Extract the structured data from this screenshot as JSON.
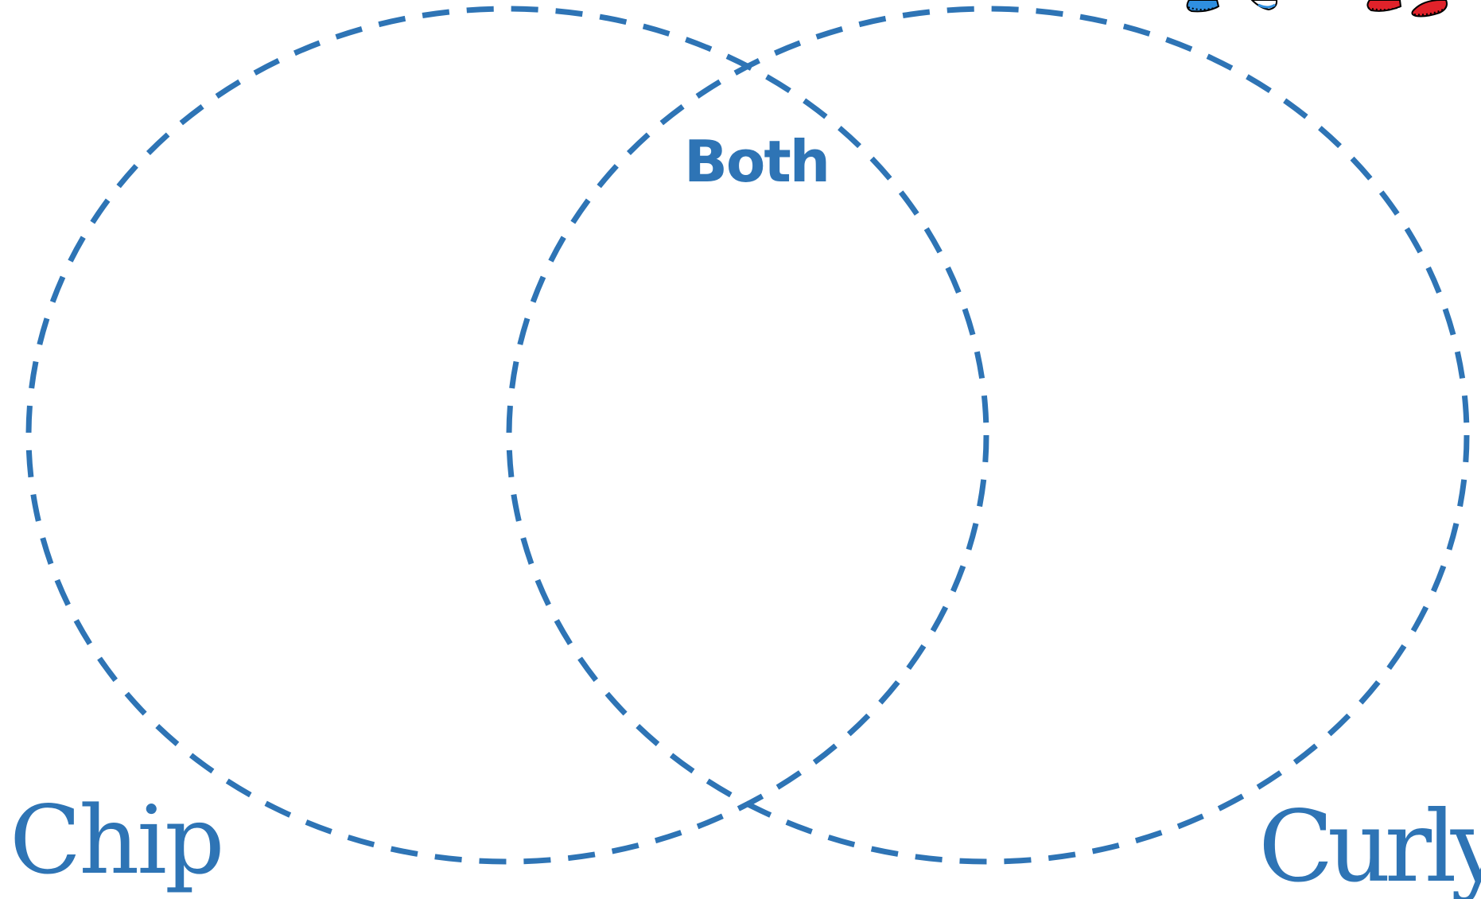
{
  "diagram": {
    "type": "venn",
    "left_set_label": "Chip",
    "right_set_label": "Curly",
    "intersection_label": "Both",
    "colors": {
      "line": "#2e74b5",
      "text": "#2e74b5",
      "background": "#ffffff"
    },
    "decorations": [
      "cartoon-sneakers"
    ]
  }
}
